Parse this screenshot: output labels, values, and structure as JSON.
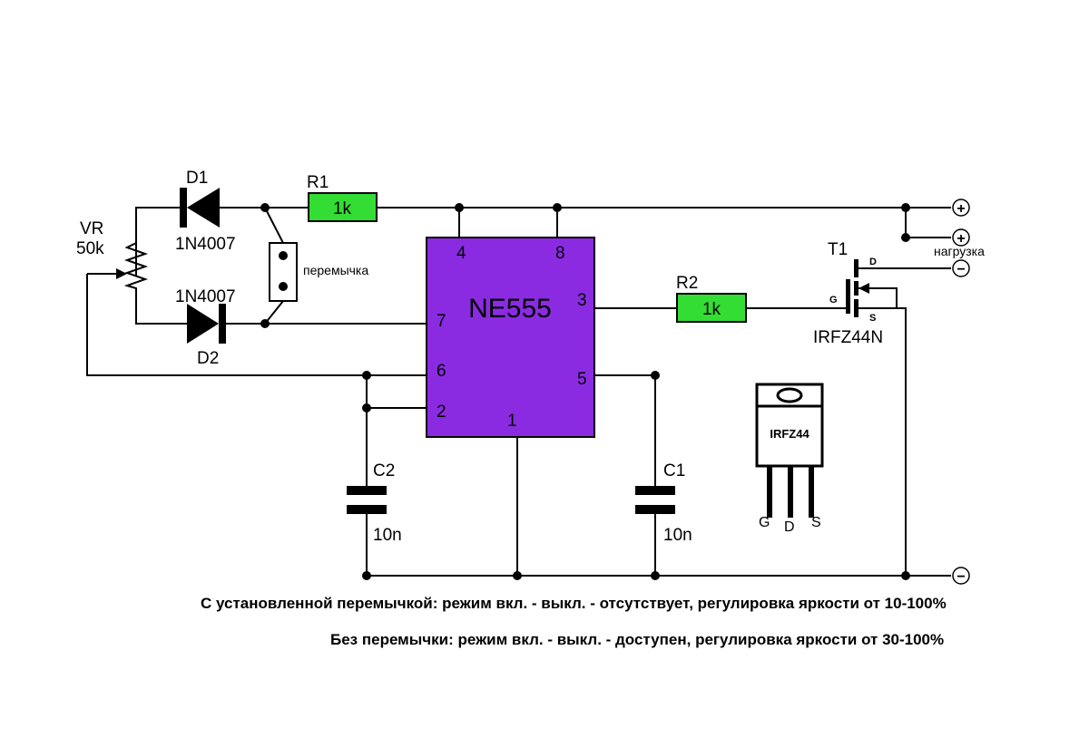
{
  "components": {
    "d1": {
      "ref": "D1",
      "value": "1N4007"
    },
    "d2": {
      "ref": "D2",
      "value": "1N4007"
    },
    "r1": {
      "ref": "R1",
      "value": "1k"
    },
    "r2": {
      "ref": "R2",
      "value": "1k"
    },
    "vr": {
      "ref": "VR",
      "value": "50k"
    },
    "jumper": {
      "label": "перемычка"
    },
    "ic": {
      "name": "NE555",
      "pins": [
        "4",
        "8",
        "7",
        "6",
        "2",
        "1",
        "3",
        "5"
      ]
    },
    "c1": {
      "ref": "C1",
      "value": "10n"
    },
    "c2": {
      "ref": "C2",
      "value": "10n"
    },
    "t1": {
      "ref": "T1",
      "part": "IRFZ44N",
      "pin_g": "G",
      "pin_d": "D",
      "pin_s": "S"
    },
    "package": {
      "label": "IRFZ44",
      "lead_g": "G",
      "lead_d": "D",
      "lead_s": "S"
    }
  },
  "terminals": {
    "plus": "+",
    "minus": "−",
    "load": "нагрузка"
  },
  "notes": {
    "with_jumper": "С установленной перемычкой: режим вкл. - выкл. - отсутствует, регулировка яркости от 10-100%",
    "without_jumper": "Без перемычки: режим вкл. - выкл. - доступен, регулировка яркости от 30-100%"
  },
  "colors": {
    "ic_fill": "#8a2be2",
    "resistor_fill": "#33dd33",
    "wire": "#000000"
  }
}
